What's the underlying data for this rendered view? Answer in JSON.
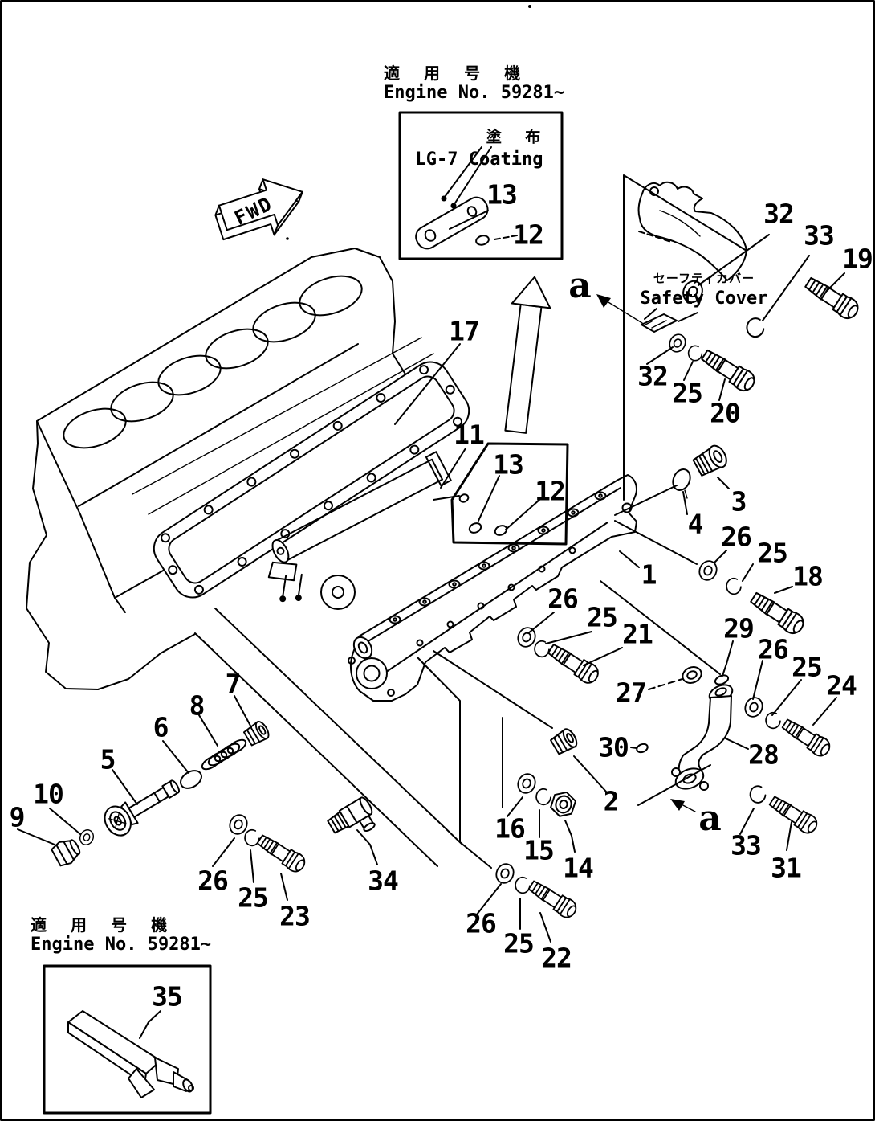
{
  "page": {
    "background": "#ffffff",
    "ink": "#000000"
  },
  "header_top": {
    "jp": "適 用 号 機",
    "en": "Engine No. 59281~"
  },
  "header_bottom": {
    "jp": "適 用 号 機",
    "en": "Engine No. 59281~"
  },
  "notes": {
    "coating_jp": "塗 布",
    "coating_en": "LG-7 Coating",
    "safety_cover_jp": "セーフティカバー",
    "safety_cover_en": "Safety Cover",
    "fwd": "FWD",
    "view_a_top": "a",
    "view_a_bottom": "a"
  },
  "callouts": {
    "n1": "1",
    "n2": "2",
    "n3": "3",
    "n4": "4",
    "n5": "5",
    "n6": "6",
    "n7": "7",
    "n8": "8",
    "n9": "9",
    "n10": "10",
    "n11": "11",
    "n12_box": "12",
    "n12_mid": "12",
    "n13_box": "13",
    "n13_mid": "13",
    "n14": "14",
    "n15": "15",
    "n16": "16",
    "n17": "17",
    "n18": "18",
    "n19": "19",
    "n20": "20",
    "n21": "21",
    "n22": "22",
    "n23": "23",
    "n24": "24",
    "n25_safety": "25",
    "n25_right": "25",
    "n25_mid": "25",
    "n25_lower_right": "25",
    "n25_bottom": "25",
    "n25_left": "25",
    "n26_right": "26",
    "n26_mid": "26",
    "n26_lower_right": "26",
    "n26_bottom": "26",
    "n26_left": "26",
    "n27": "27",
    "n28": "28",
    "n29": "29",
    "n30": "30",
    "n31": "31",
    "n32_top": "32",
    "n32_mid": "32",
    "n33_top": "33",
    "n33_bottom": "33",
    "n34": "34",
    "n35": "35"
  }
}
